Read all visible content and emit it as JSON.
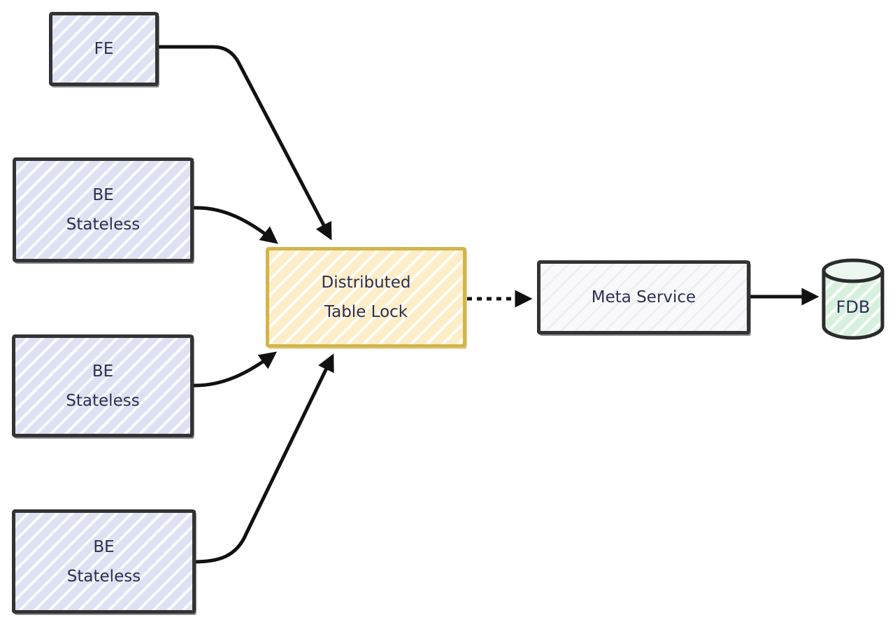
{
  "diagram": {
    "type": "architecture-flow",
    "nodes": {
      "fe": {
        "label": "FE",
        "shape": "rectangle",
        "fill": "#dde1f1"
      },
      "be1": {
        "lines": [
          "BE",
          "Stateless"
        ],
        "shape": "rectangle",
        "fill": "#dde1f1"
      },
      "be2": {
        "lines": [
          "BE",
          "Stateless"
        ],
        "shape": "rectangle",
        "fill": "#dde1f1"
      },
      "be3": {
        "lines": [
          "BE",
          "Stateless"
        ],
        "shape": "rectangle",
        "fill": "#dde1f1"
      },
      "lock": {
        "lines": [
          "Distributed",
          "Table Lock"
        ],
        "shape": "rectangle",
        "fill": "#fdeec8"
      },
      "meta": {
        "label": "Meta Service",
        "shape": "rectangle",
        "fill": "#f9f9fb"
      },
      "fdb": {
        "label": "FDB",
        "shape": "cylinder",
        "fill": "#d7f0de"
      }
    },
    "edges": [
      {
        "from": "FE",
        "to": "Distributed Table Lock",
        "style": "solid",
        "arrow": "end"
      },
      {
        "from": "BE Stateless (top)",
        "to": "Distributed Table Lock",
        "style": "solid",
        "arrow": "end"
      },
      {
        "from": "BE Stateless (middle)",
        "to": "Distributed Table Lock",
        "style": "solid",
        "arrow": "end"
      },
      {
        "from": "BE Stateless (bottom)",
        "to": "Distributed Table Lock",
        "style": "solid",
        "arrow": "end"
      },
      {
        "from": "Distributed Table Lock",
        "to": "Meta Service",
        "style": "dotted",
        "arrow": "end"
      },
      {
        "from": "Meta Service",
        "to": "FDB",
        "style": "solid",
        "arrow": "end"
      }
    ],
    "colors": {
      "background": "#ffffff",
      "fill_lavender": "#dde1f1",
      "fill_yellow": "#fdeec8",
      "border_gold": "#d3b44c",
      "fill_green": "#d7f0de",
      "fill_white": "#f9f9fb",
      "border_dark": "#333333",
      "arrow_stroke": "#111111",
      "text": "#2d2f52"
    }
  }
}
